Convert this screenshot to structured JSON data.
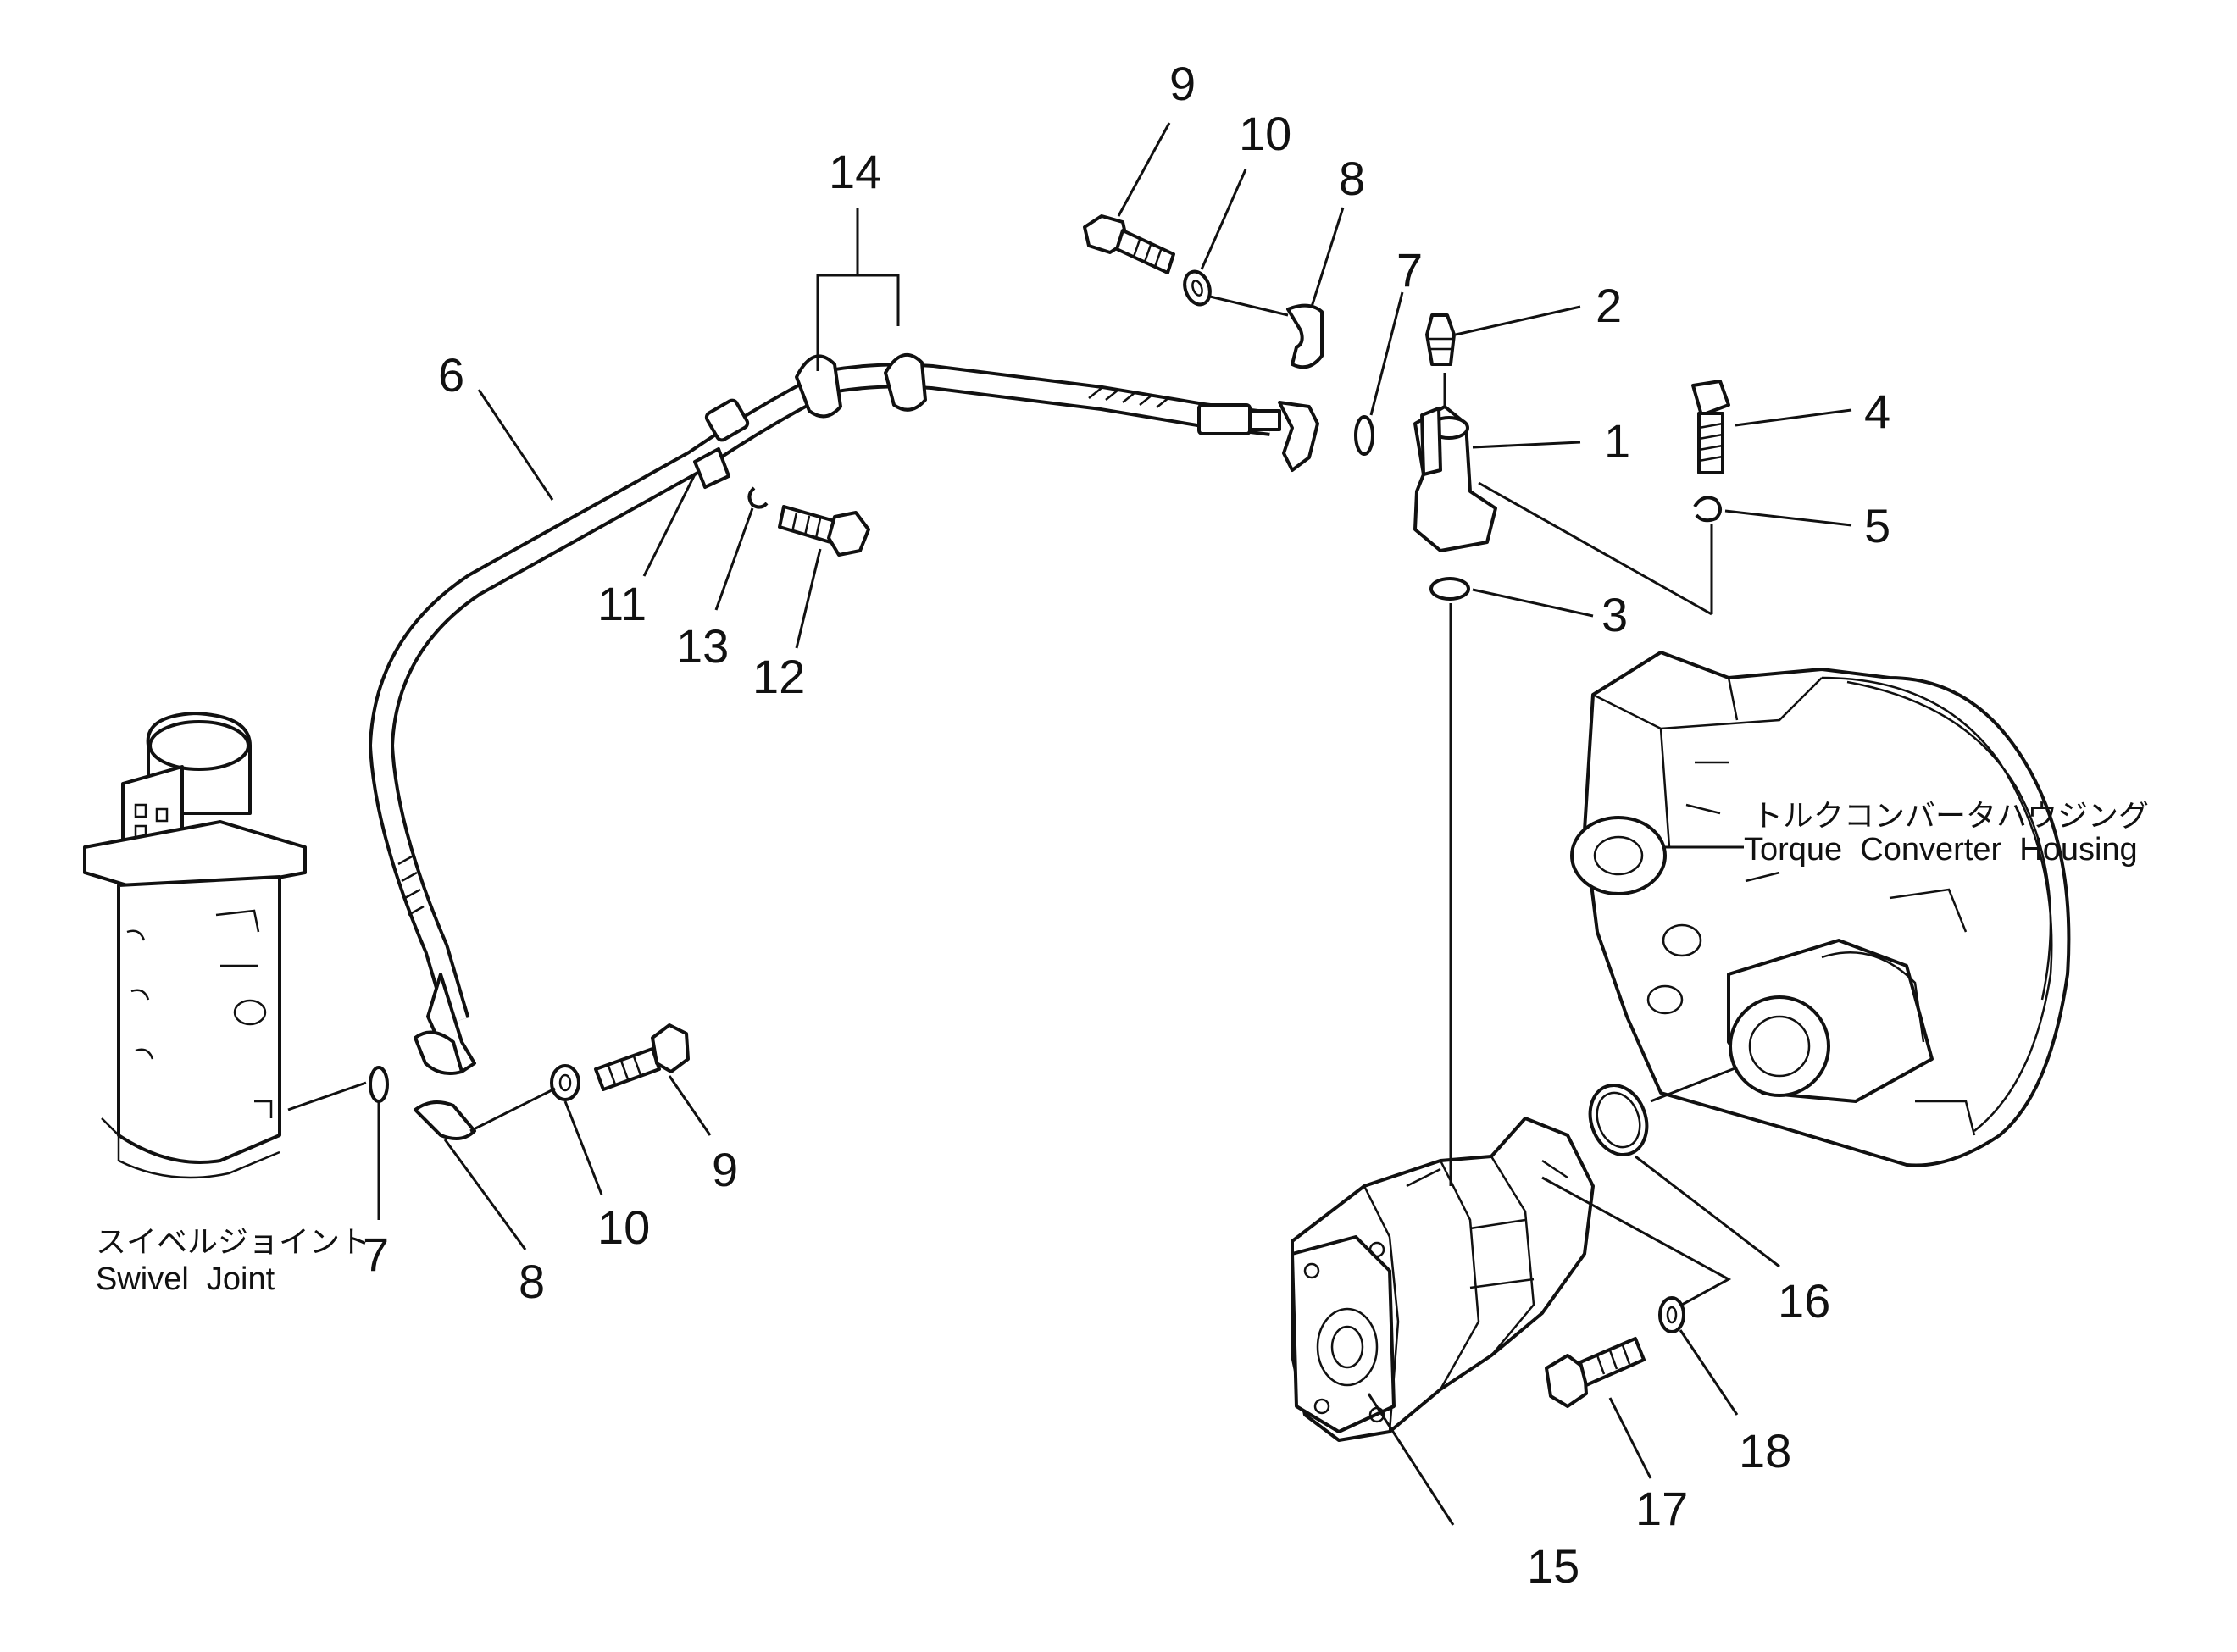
{
  "diagram": {
    "callouts": [
      "1",
      "2",
      "3",
      "4",
      "5",
      "6",
      "7",
      "8",
      "9",
      "10",
      "11",
      "12",
      "13",
      "14",
      "15",
      "16",
      "17",
      "18"
    ],
    "lower_callouts": {
      "seal_left": "7",
      "clip_left": "8",
      "bolt_left": "9",
      "washer_left": "10"
    },
    "labels": {
      "swivel_joint_jp": "スイベルジョイント",
      "swivel_joint_en": "Swivel  Joint",
      "torque_housing_jp": "トルクコンバータハウジング",
      "torque_housing_en": "Torque  Converter  Housing"
    }
  }
}
